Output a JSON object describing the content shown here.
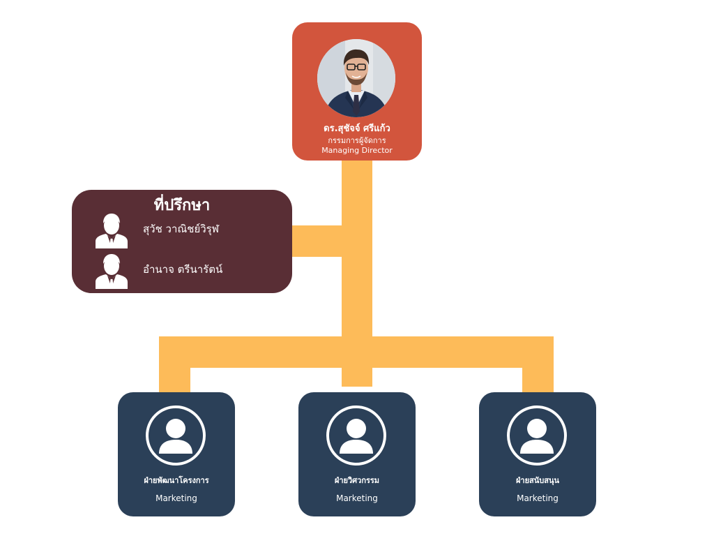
{
  "director": {
    "name": "ดร.สุชัจจ์ ศรีแก้ว",
    "title_th": "กรรมการผู้จัดการ",
    "title_en": "Managing Director",
    "card_color": "#d2553d"
  },
  "advisors": {
    "heading": "ที่ปรึกษา",
    "card_color": "#592e35",
    "members": [
      {
        "name": "สุวัช วาณิชย์วิรุฬ",
        "icon": "businessman-icon"
      },
      {
        "name": "อำนาจ ตรีนารัตน์",
        "icon": "businessman-icon"
      }
    ]
  },
  "departments": [
    {
      "name": "ฝ่ายพัฒนาโครงการ",
      "subtitle": "Marketing",
      "icon": "user-avatar-icon"
    },
    {
      "name": "ฝ่ายวิศวกรรม",
      "subtitle": "Marketing",
      "icon": "user-avatar-icon"
    },
    {
      "name": "ฝ่ายสนับสนุน",
      "subtitle": "Marketing",
      "icon": "user-avatar-icon"
    }
  ],
  "colors": {
    "connector": "#fdbb59",
    "department_card": "#2b4058"
  }
}
